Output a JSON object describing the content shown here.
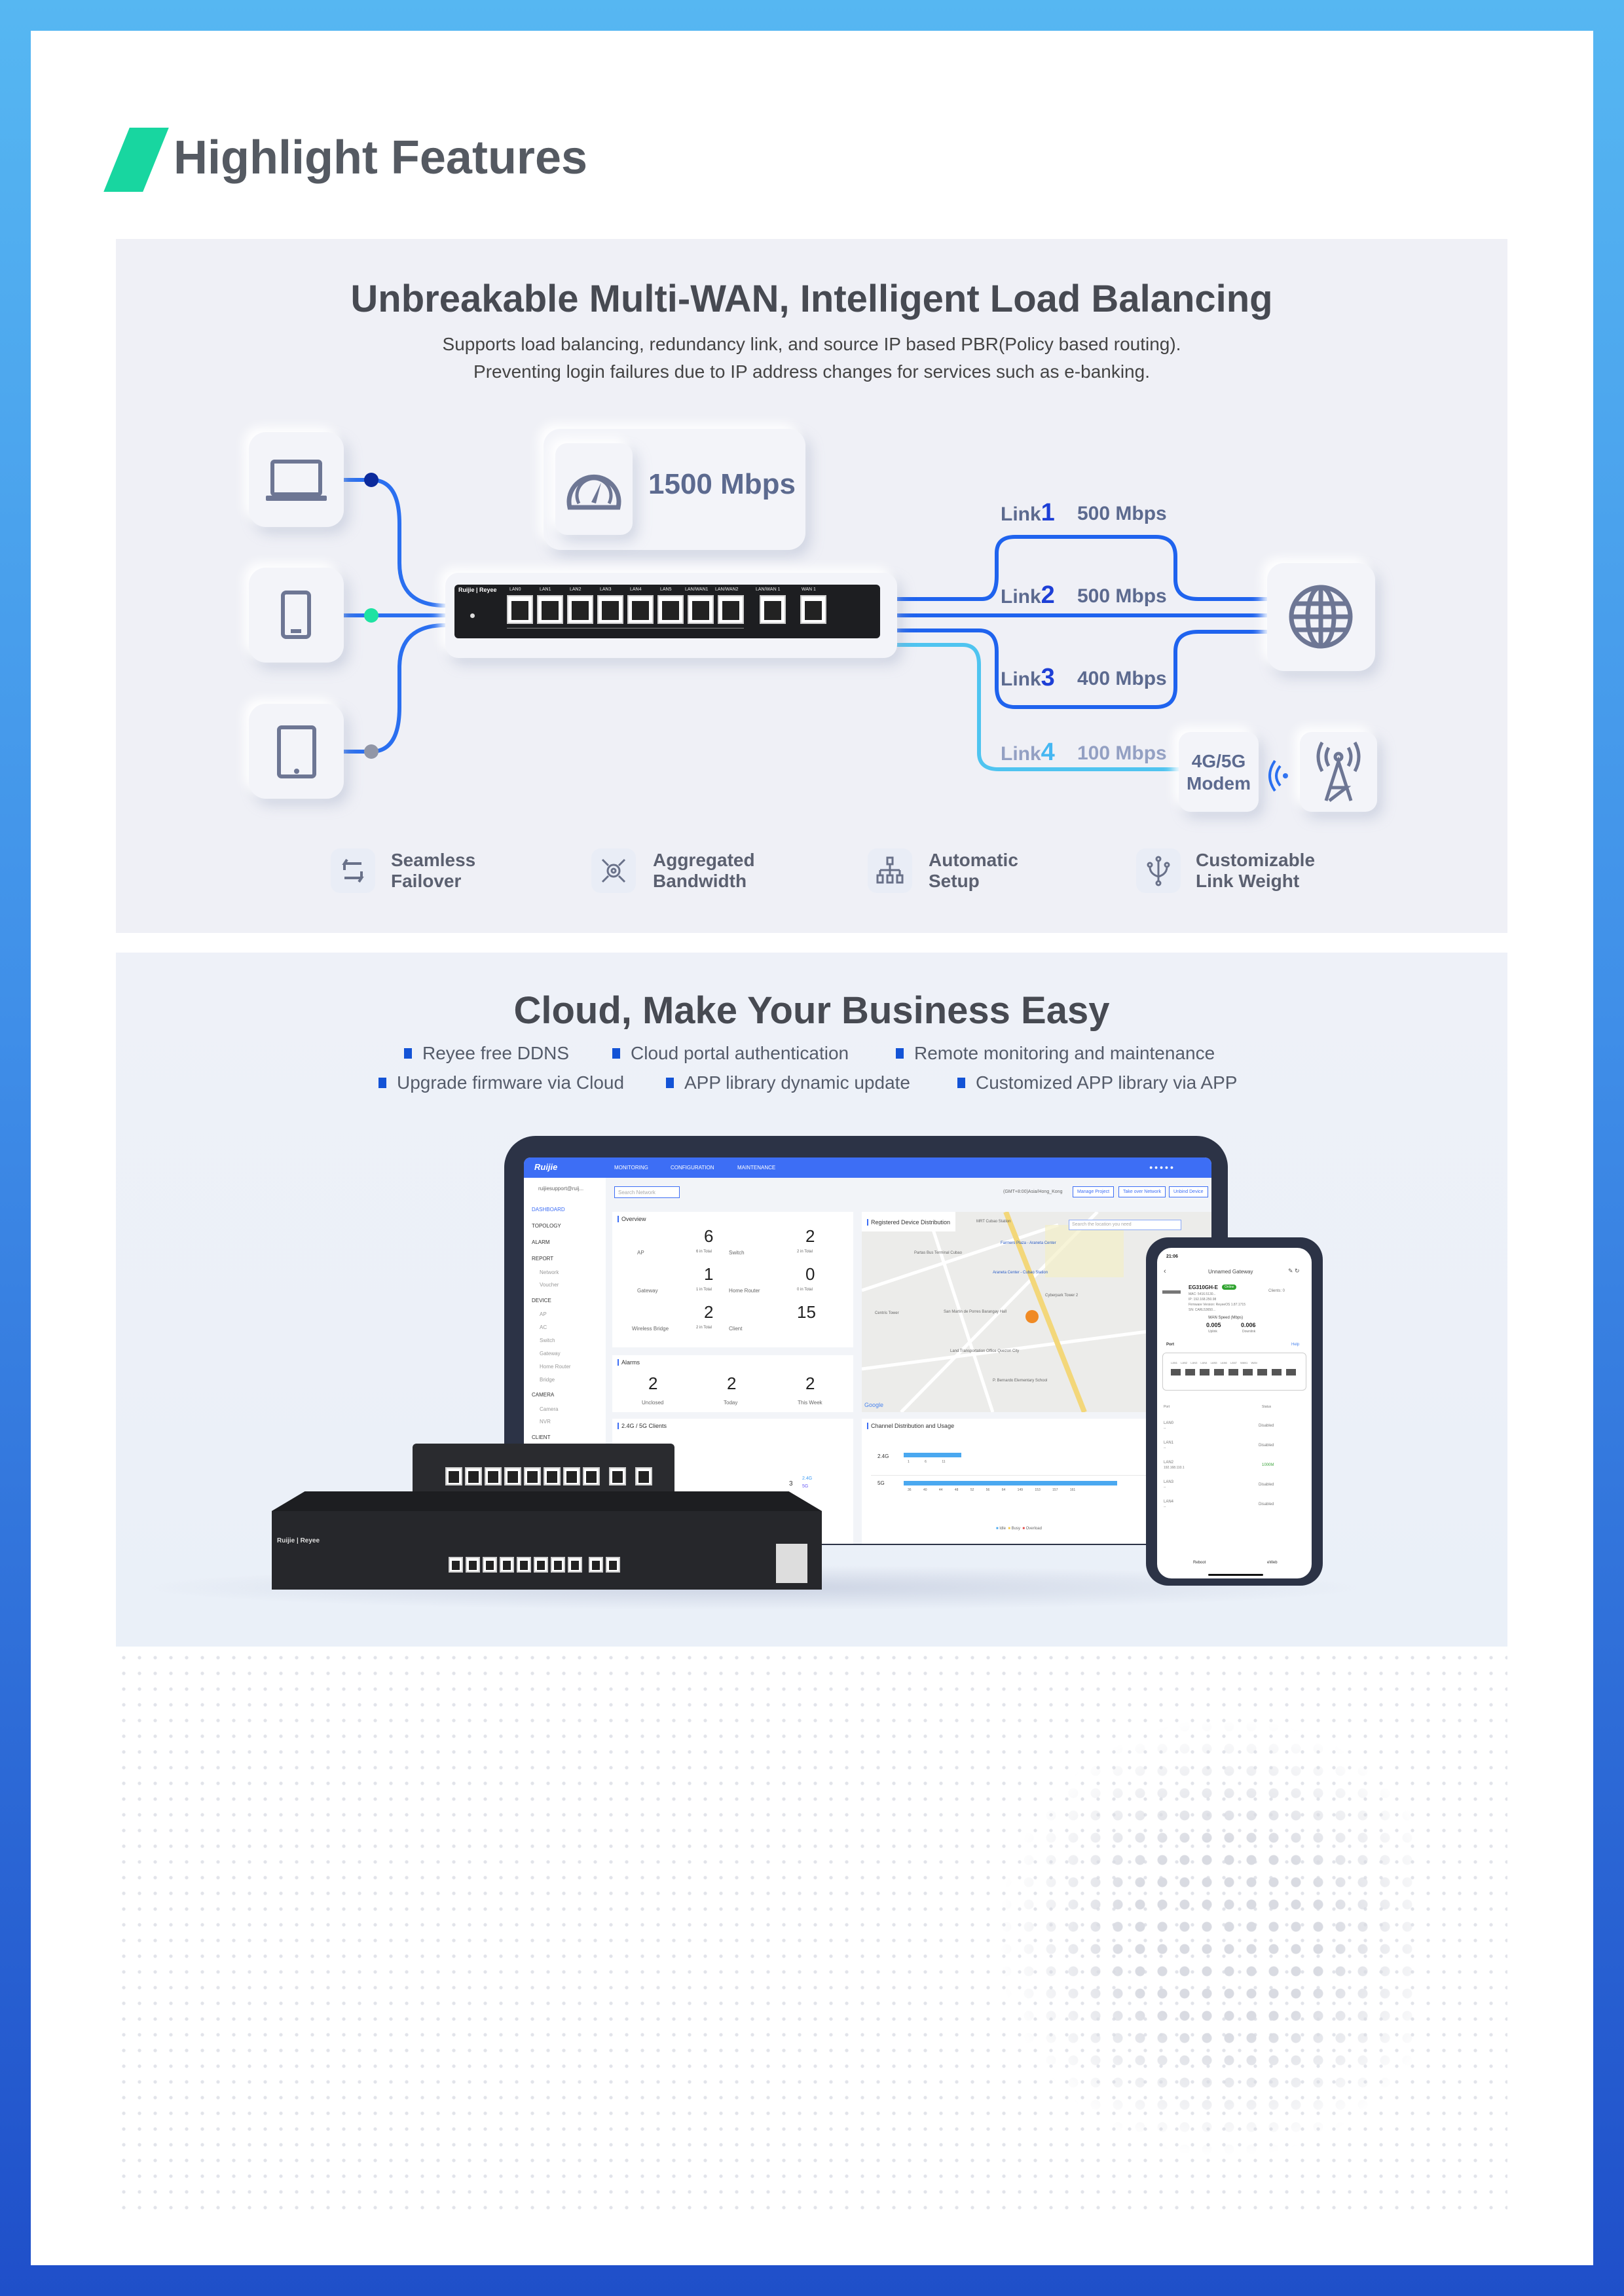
{
  "header": {
    "title": "Highlight Features",
    "accent": "#18d6a0"
  },
  "multiwan": {
    "title": "Unbreakable Multi-WAN, Intelligent Load Balancing",
    "subtitle_1": "Supports load balancing, redundancy link, and source IP based PBR(Policy based routing).",
    "subtitle_2": "Preventing login failures due to IP address changes for services such as e-banking.",
    "total_speed": "1500 Mbps",
    "links": [
      {
        "name": "Link",
        "num": "1",
        "speed": "500 Mbps"
      },
      {
        "name": "Link",
        "num": "2",
        "speed": "500 Mbps"
      },
      {
        "name": "Link",
        "num": "3",
        "speed": "400 Mbps"
      },
      {
        "name": "Link",
        "num": "4",
        "speed": "100 Mbps"
      }
    ],
    "modem_1": "4G/5G",
    "modem_2": "Modem",
    "router_brand": "Ruijie | Reyee",
    "router_ports": [
      "LAN0",
      "LAN1",
      "LAN2",
      "LAN3",
      "LAN4",
      "LAN5",
      "LAN/WAN1",
      "LAN/WAN2",
      "LAN/WAN 1",
      "WAN 1"
    ],
    "features": [
      {
        "l1": "Seamless",
        "l2": "Failover",
        "icon": "failover-icon"
      },
      {
        "l1": "Aggregated",
        "l2": "Bandwidth",
        "icon": "aggregate-icon"
      },
      {
        "l1": "Automatic",
        "l2": "Setup",
        "icon": "topology-icon"
      },
      {
        "l1": "Customizable",
        "l2": "Link Weight",
        "icon": "weight-icon"
      }
    ]
  },
  "cloud": {
    "title": "Cloud, Make Your Business Easy",
    "bullets_row1": [
      "Reyee free DDNS",
      "Cloud portal authentication",
      "Remote monitoring and maintenance"
    ],
    "bullets_row2": [
      "Upgrade firmware via Cloud",
      "APP library dynamic update",
      "Customized APP library via APP"
    ],
    "bullet_color": "#1353d6"
  },
  "dashboard": {
    "logo": "Ruijie",
    "nav": [
      "MONITORING",
      "CONFIGURATION",
      "MAINTENANCE"
    ],
    "account": "ruijiesupport@ruij...",
    "search_placeholder": "Search Network",
    "timezone": "(GMT+8:00)Asia/Hong_Kong",
    "buttons": [
      "Manage Project",
      "Take over Network",
      "Unbind Device"
    ],
    "sidebar": [
      "DASHBOARD",
      "TOPOLOGY",
      "ALARM",
      "REPORT",
      "Network",
      "Voucher",
      "DEVICE",
      "AP",
      "AC",
      "Switch",
      "Gateway",
      "Home Router",
      "Bridge",
      "CAMERA",
      "Camera",
      "NVR",
      "CLIENT"
    ],
    "overview_title": "Overview",
    "overview": [
      {
        "label": "AP",
        "value": "6",
        "total": "6 in Total"
      },
      {
        "label": "Switch",
        "value": "2",
        "total": "2 in Total"
      },
      {
        "label": "Gateway",
        "value": "1",
        "total": "1 in Total"
      },
      {
        "label": "Home Router",
        "value": "0",
        "total": "0 in Total"
      },
      {
        "label": "Wireless Bridge",
        "value": "2",
        "total": "2 in Total"
      },
      {
        "label": "Client",
        "value": "15",
        "total": ""
      }
    ],
    "alarms_title": "Alarms",
    "alarms": [
      {
        "value": "2",
        "label": "Unclosed"
      },
      {
        "value": "2",
        "label": "Today"
      },
      {
        "value": "2",
        "label": "This Week"
      }
    ],
    "map_title": "Registered Device Distribution",
    "map_search": "Search the location you need",
    "map_places": [
      "MRT Cubao Station",
      "Farmers Plaza - Araneta Center",
      "Partas Bus Terminal Cubao",
      "Araneta Center - Cubao Station",
      "Cyberpark Tower 2",
      "Centris Tower",
      "San Martin de Porres Barangay Hall",
      "Land Transportation Office Quezon City",
      "P. Bernardo Elementary School",
      "Google"
    ],
    "clients_title": "2.4G / 5G Clients",
    "clients_value": "3",
    "clients_legend": [
      "2.4G",
      "5G"
    ],
    "channel_title": "Channel Distribution and Usage",
    "band_24": "2.4G",
    "band_5": "5G",
    "channels_24": [
      "1",
      "6",
      "11"
    ],
    "channels_5": [
      "36",
      "40",
      "44",
      "48",
      "52",
      "56",
      "64",
      "149",
      "153",
      "157",
      "161"
    ],
    "legend": [
      "Idle",
      "Busy",
      "Overload"
    ]
  },
  "phone": {
    "time": "21:06",
    "title": "Unnamed Gateway",
    "model": "EG310GH-E",
    "status": "Online",
    "mac": "MAC: 5416.5130...",
    "ip": "IP: 192.168.250.98",
    "firmware": "Firmware Version: ReyeeOS 1.87.1715",
    "sn": "SN: CARL53650...",
    "clients": "Clients: 0",
    "wan_speed_title": "WAN Speed (Mbps)",
    "uplink": "0.005",
    "uplink_label": "Uplink",
    "downlink": "0.006",
    "downlink_label": "Downlink",
    "port_title": "Port",
    "help": "Help",
    "ports": [
      "LAN1",
      "LAN2",
      "LAN3",
      "LAN4",
      "LAN5",
      "LAN6",
      "LAN7",
      "WAN1",
      "WAN"
    ],
    "col_port": "Port",
    "col_status": "Status",
    "rows": [
      {
        "port": "LAN0",
        "sub": "--",
        "status": "Disabled"
      },
      {
        "port": "LAN1",
        "sub": "--",
        "status": "Disabled"
      },
      {
        "port": "LAN2",
        "sub": "192.168.110.1",
        "status": "1000M"
      },
      {
        "port": "LAN3",
        "sub": "--",
        "status": "Disabled"
      },
      {
        "port": "LAN4",
        "sub": "--",
        "status": "Disabled"
      }
    ],
    "reboot": "Reboot",
    "eweb": "eWeb"
  }
}
